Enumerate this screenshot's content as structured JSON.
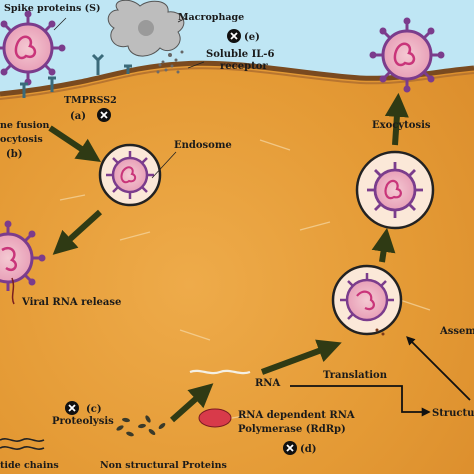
{
  "labels": {
    "spike_proteins": "Spike proteins (S)",
    "macrophage": "Macrophage",
    "marker_e": "(e)",
    "soluble_il6_line1": "Soluble IL-6",
    "soluble_il6_line2": "receptor",
    "tmprss2": "TMPRSS2",
    "marker_a": "(a)",
    "membrane_fusion": "ne fusion",
    "endocytosis": "ocytosis",
    "marker_b": "(b)",
    "endosome": "Endosome",
    "exocytosis": "Exocytosis",
    "viral_rna_release": "Viral RNA release",
    "assembly": "Assem",
    "marker_c": "(c)",
    "proteolysis": "Proteolysis",
    "rna": "RNA",
    "translation": "Translation",
    "structural": "Structu",
    "rdrp_line1": "RNA dependent RNA",
    "rdrp_line2": "Polymerase (RdRp)",
    "marker_d": "(d)",
    "polypeptide_chains": "tide chains",
    "non_structural_proteins": "Non structural Proteins"
  },
  "colors": {
    "extracellular": "#bfe6f4",
    "cytoplasm": "#e6a03d",
    "membrane": "#7a4a1f",
    "virus_spike": "#7b3c8c",
    "virus_core": "#c9357a",
    "arrow": "#2f3a14",
    "rdrp": "#d83a4a"
  }
}
